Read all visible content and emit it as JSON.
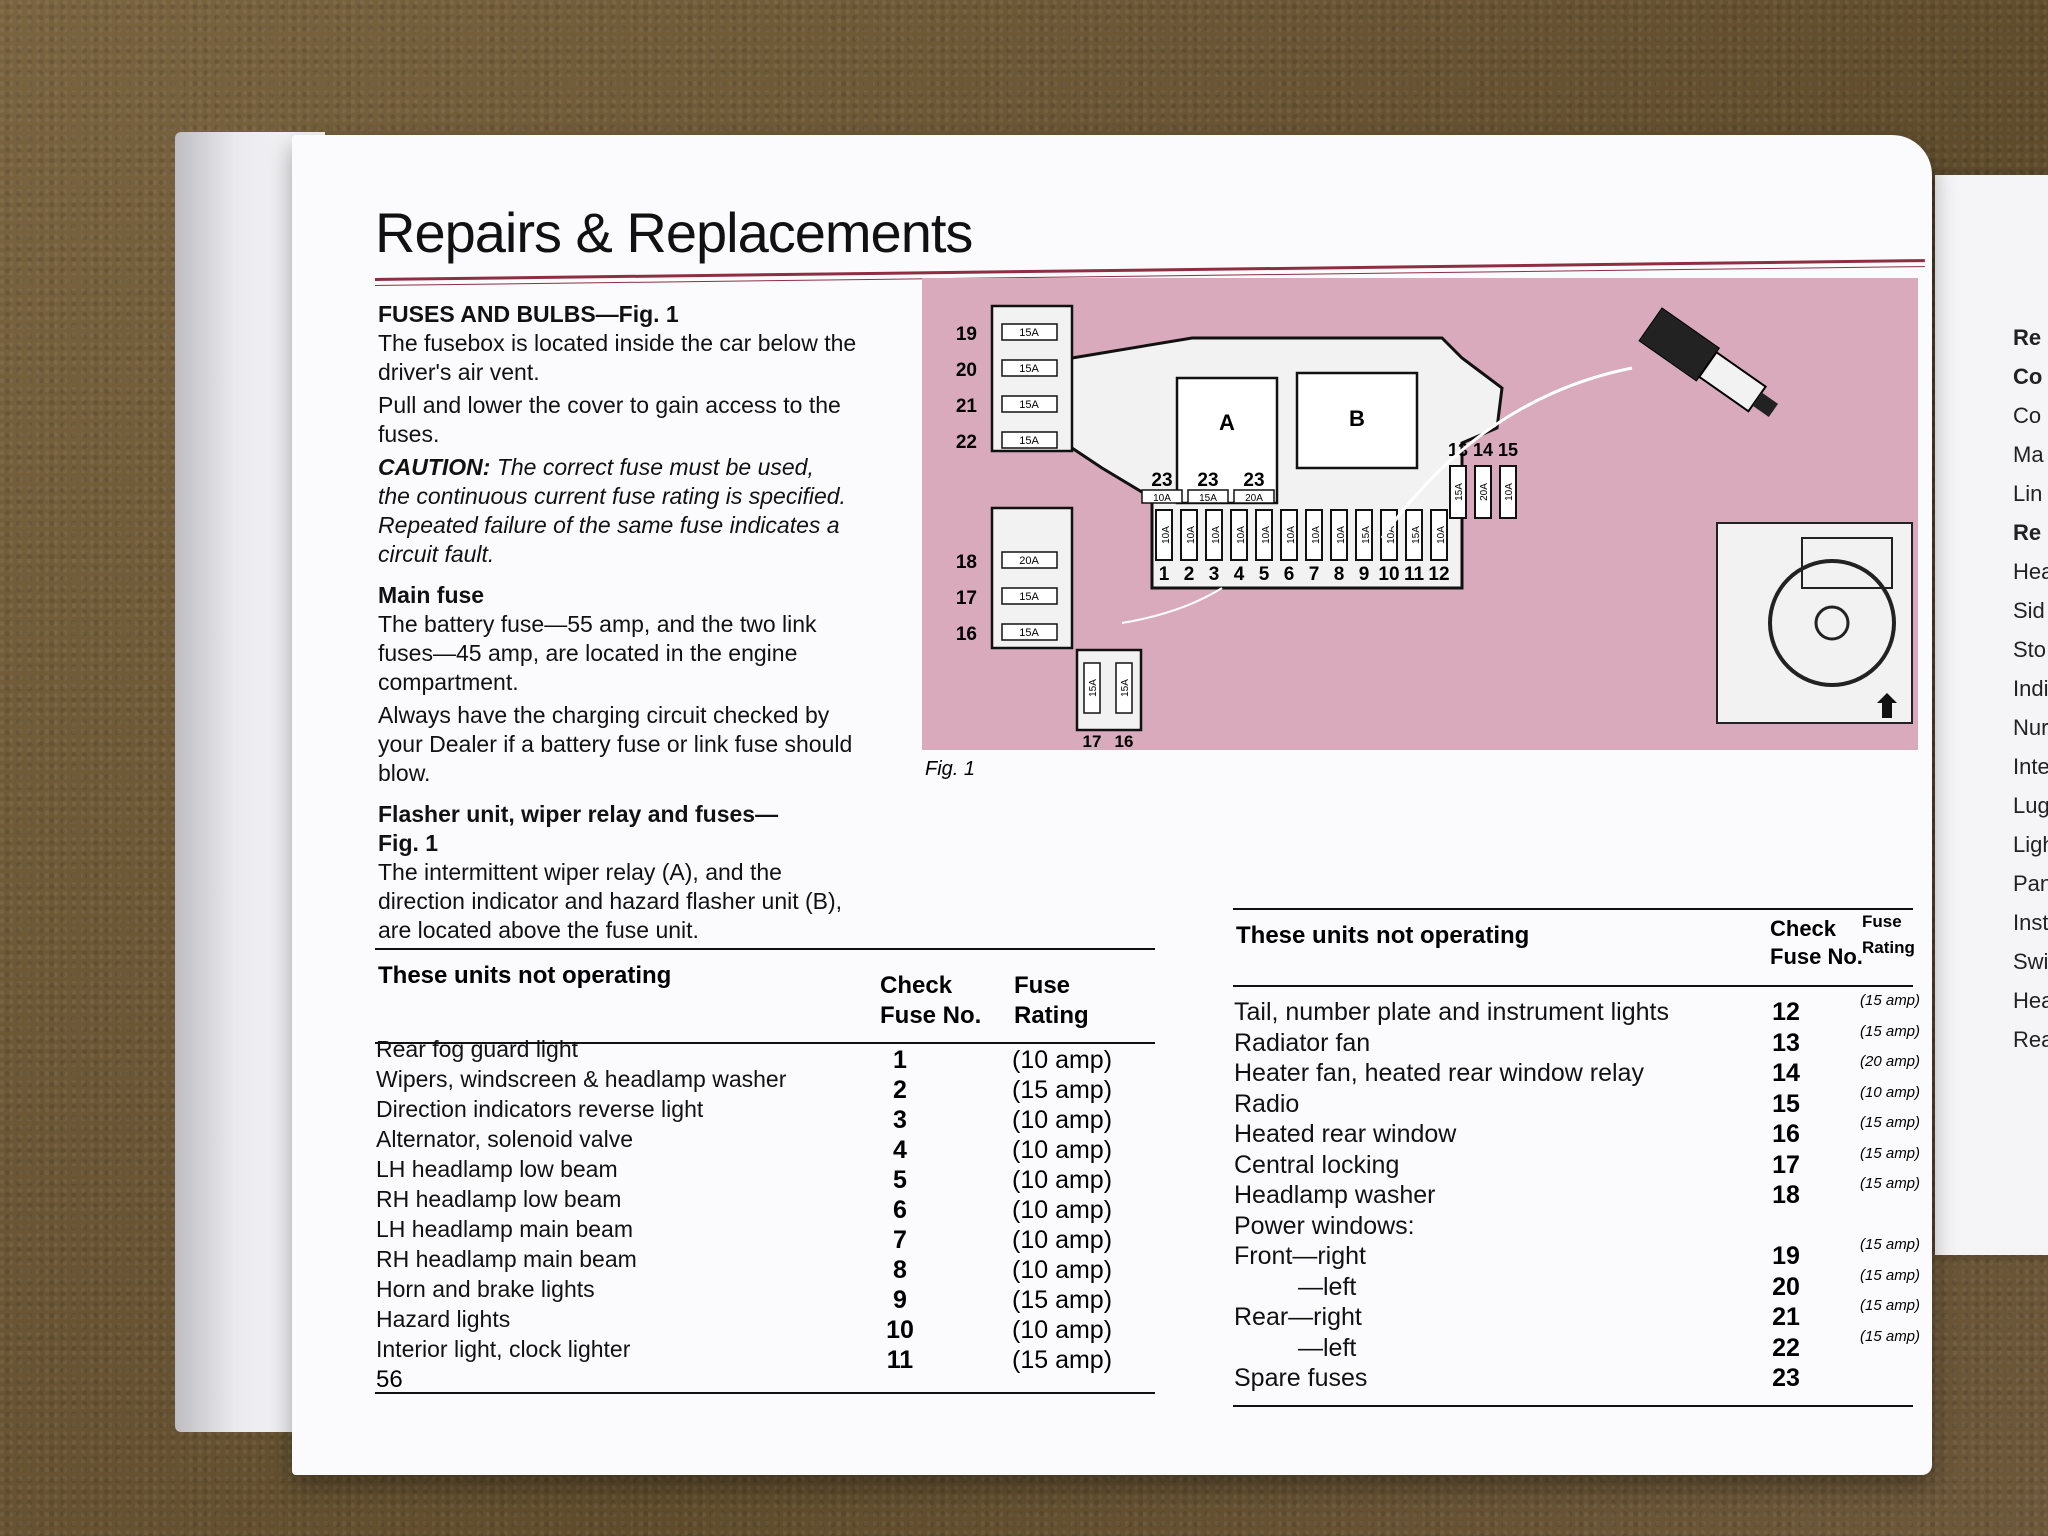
{
  "header": {
    "title": "Repairs & Replacements"
  },
  "fuses": {
    "heading": "FUSES AND BULBS—Fig. 1",
    "intro_lines": [
      "The fusebox is located inside the car below the",
      "driver's air vent."
    ],
    "pull_lines": [
      "Pull and lower the cover to gain access to the",
      "fuses."
    ],
    "caution_label": "CAUTION:",
    "caution_lines": [
      " The correct fuse must be used,",
      "the continuous current fuse rating is specified.",
      "Repeated failure of the same fuse indicates a",
      "circuit fault."
    ]
  },
  "main_fuse": {
    "heading": "Main fuse",
    "lines": [
      "The battery fuse—55 amp, and the two link",
      "fuses—45 amp, are located in the engine",
      "compartment.",
      "Always have the charging circuit checked by",
      "your Dealer if a battery fuse or link fuse should",
      "blow."
    ]
  },
  "flasher": {
    "heading_lines": [
      "Flasher unit, wiper relay and fuses—",
      "Fig. 1"
    ],
    "lines": [
      "The intermittent wiper relay (A), and the",
      "direction indicator and hazard flasher unit (B),",
      "are located above the fuse unit."
    ]
  },
  "figure": {
    "caption": "Fig. 1",
    "relay_labels": [
      "A",
      "B"
    ],
    "fuse_numbers_bottom": [
      "1",
      "2",
      "3",
      "4",
      "5",
      "6",
      "7",
      "8",
      "9",
      "10",
      "11",
      "12"
    ],
    "fuse_numbers_top_right": [
      "13",
      "14",
      "15"
    ],
    "fuse_23_labels": [
      "23",
      "23",
      "23"
    ],
    "fuse_23_ratings": [
      "10A",
      "15A",
      "20A"
    ],
    "left_block_upper_numbers": [
      "19",
      "20",
      "21",
      "22"
    ],
    "left_block_upper_ratings": [
      "15A",
      "15A",
      "15A",
      "15A"
    ],
    "left_block_lower_numbers": [
      "18",
      "17",
      "16"
    ],
    "left_block_lower_ratings": [
      "20A",
      "15A",
      "15A"
    ],
    "connector_numbers": [
      "17",
      "16"
    ],
    "connector_ratings": [
      "15A",
      "15A"
    ],
    "bottom_ratings": [
      "10A",
      "10A",
      "10A",
      "10A",
      "10A",
      "10A",
      "10A",
      "10A",
      "15A",
      "10A",
      "15A",
      "10A"
    ],
    "top_right_ratings": [
      "15A",
      "20A",
      "10A"
    ]
  },
  "table_left": {
    "col_units": "These units not operating",
    "col_check": [
      "Check",
      "Fuse No."
    ],
    "col_rating": [
      "Fuse",
      "Rating"
    ],
    "rows": [
      {
        "unit": "Rear fog guard light",
        "fuse": "1",
        "rating": "(10 amp)"
      },
      {
        "unit": "Wipers, windscreen & headlamp washer",
        "fuse": "2",
        "rating": "(15 amp)"
      },
      {
        "unit": "Direction indicators reverse light",
        "fuse": "3",
        "rating": "(10 amp)"
      },
      {
        "unit": "Alternator, solenoid valve",
        "fuse": "4",
        "rating": "(10 amp)"
      },
      {
        "unit": "LH headlamp low beam",
        "fuse": "5",
        "rating": "(10 amp)"
      },
      {
        "unit": "RH headlamp low beam",
        "fuse": "6",
        "rating": "(10 amp)"
      },
      {
        "unit": "LH headlamp main beam",
        "fuse": "7",
        "rating": "(10 amp)"
      },
      {
        "unit": "RH headlamp main beam",
        "fuse": "8",
        "rating": "(10 amp)"
      },
      {
        "unit": "Horn and brake lights",
        "fuse": "9",
        "rating": "(15 amp)"
      },
      {
        "unit": "Hazard lights",
        "fuse": "10",
        "rating": "(10 amp)"
      },
      {
        "unit": "Interior light, clock lighter",
        "fuse": "11",
        "rating": "(15 amp)"
      }
    ]
  },
  "table_right": {
    "col_units": "These units not operating",
    "col_check": [
      "Check",
      "Fuse No."
    ],
    "col_rating": [
      "Fuse",
      "Rating"
    ],
    "rows": [
      {
        "unit": "Tail, number plate and instrument lights",
        "fuse": "12",
        "rating": "(15 amp)"
      },
      {
        "unit": "Radiator fan",
        "fuse": "13",
        "rating": "(15 amp)"
      },
      {
        "unit": "Heater fan, heated rear window relay",
        "fuse": "14",
        "rating": "(20 amp)"
      },
      {
        "unit": "Radio",
        "fuse": "15",
        "rating": "(10 amp)"
      },
      {
        "unit": "Heated rear window",
        "fuse": "16",
        "rating": "(15 amp)"
      },
      {
        "unit": "Central locking",
        "fuse": "17",
        "rating": "(15 amp)"
      },
      {
        "unit": "Headlamp washer",
        "fuse": "18",
        "rating": "(15 amp)"
      },
      {
        "unit": "Power windows:",
        "fuse": "",
        "rating": ""
      },
      {
        "unit": "Front—right",
        "fuse": "19",
        "rating": "(15 amp)"
      },
      {
        "unit": "—left",
        "fuse": "20",
        "rating": "(15 amp)"
      },
      {
        "unit": "Rear—right",
        "fuse": "21",
        "rating": "(15 amp)"
      },
      {
        "unit": "—left",
        "fuse": "22",
        "rating": "(15 amp)"
      },
      {
        "unit": "Spare fuses",
        "fuse": "23",
        "rating": ""
      }
    ]
  },
  "page_number": "56",
  "right_page_edge": [
    "Re",
    "Co",
    "Co",
    "Ma",
    "Lin",
    "Re",
    "Hea",
    "Sid",
    "Sto",
    "Indi",
    "Nur",
    "Inte",
    "Lug",
    "Ligh",
    "Pan",
    "Inst",
    "Swi",
    "Hea",
    "Rear"
  ]
}
